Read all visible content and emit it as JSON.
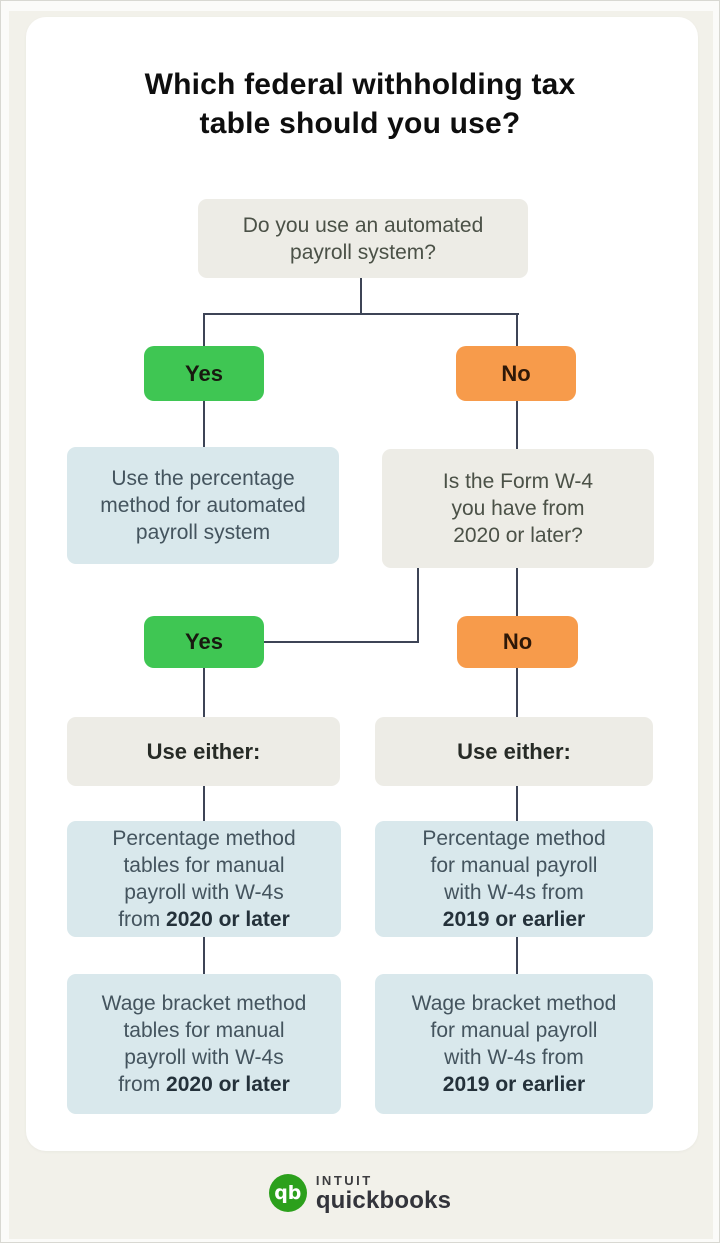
{
  "title": "Which federal withholding tax\ntable should you use?",
  "colors": {
    "background_beige": "#f2f1ea",
    "card_white": "#ffffff",
    "question_box_gray": "#edece6",
    "result_box_blue": "#d9e8ec",
    "yes_green": "#3fc653",
    "no_orange": "#f79b4b",
    "connector_line": "#3d4456",
    "quickbooks_green": "#2ca01c"
  },
  "flowchart": {
    "question_automated": "Do you use an automated\npayroll system?",
    "yes_label": "Yes",
    "no_label": "No",
    "result_automated": "Use the percentage\nmethod for automated\npayroll system",
    "question_w4": "Is the Form W-4\nyou have from\n2020 or later?",
    "use_either_label": "Use either:",
    "percentage_2020": {
      "before": "Percentage method\ntables for manual\npayroll with W-4s\nfrom ",
      "bold": "2020 or later"
    },
    "wage_bracket_2020": {
      "before": "Wage bracket method\ntables for manual\npayroll with W-4s\nfrom ",
      "bold": "2020 or later"
    },
    "percentage_2019": {
      "before": "Percentage method\nfor manual payroll\nwith W-4s from\n",
      "bold": "2019 or earlier"
    },
    "wage_bracket_2019": {
      "before": "Wage bracket method\nfor manual payroll\nwith W-4s from\n",
      "bold": "2019 or earlier"
    }
  },
  "footer": {
    "logo_monogram": "qb",
    "brand_top": "INTUIT",
    "brand_bottom": "quickbooks"
  }
}
